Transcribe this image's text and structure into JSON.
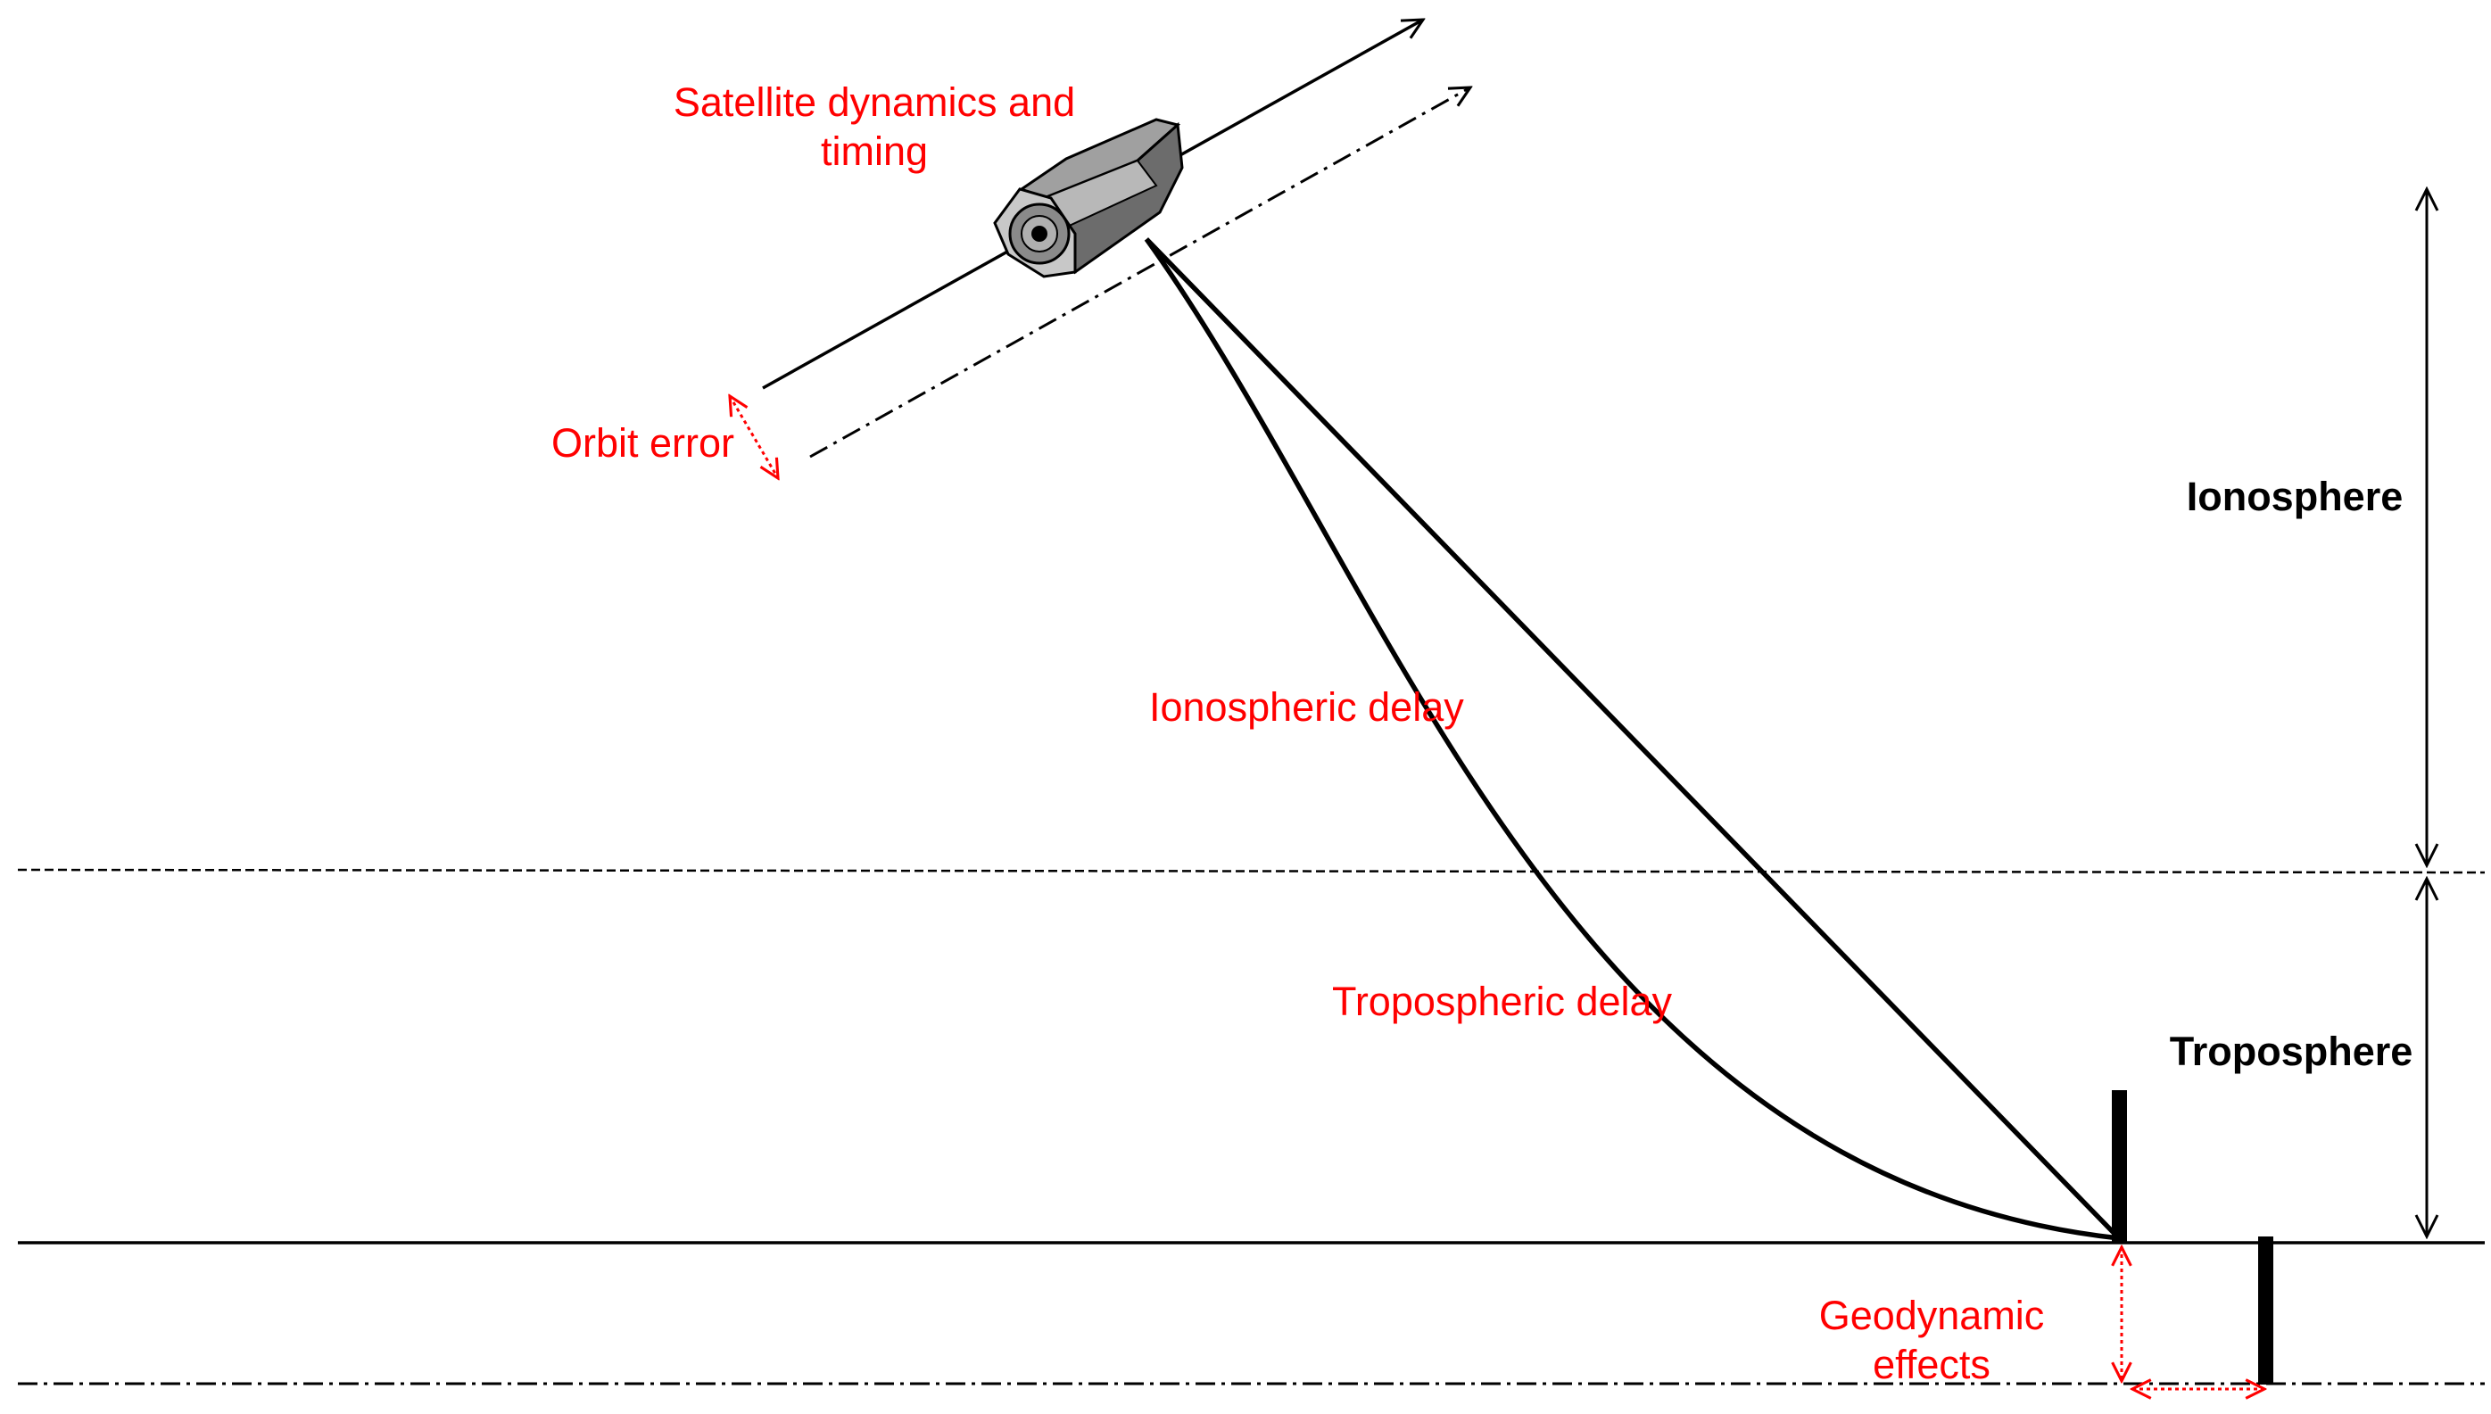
{
  "labels": {
    "satellite_line1": "Satellite dynamics and",
    "satellite_line2": "timing",
    "orbit_error": "Orbit error",
    "ionospheric_delay": "Ionospheric delay",
    "tropospheric_delay": "Tropospheric delay",
    "geodynamic_line1": "Geodynamic",
    "geodynamic_line2": "effects",
    "ionosphere": "Ionosphere",
    "troposphere": "Troposphere"
  },
  "colors": {
    "annotation": "#ff0000",
    "line": "#000000",
    "satellite_light": "#c8c8c8",
    "satellite_mid": "#9a9a9a",
    "satellite_dark": "#6a6a6a"
  },
  "icons": {
    "satellite": "satellite-icon",
    "receiver": "receiver-antenna-icon"
  }
}
